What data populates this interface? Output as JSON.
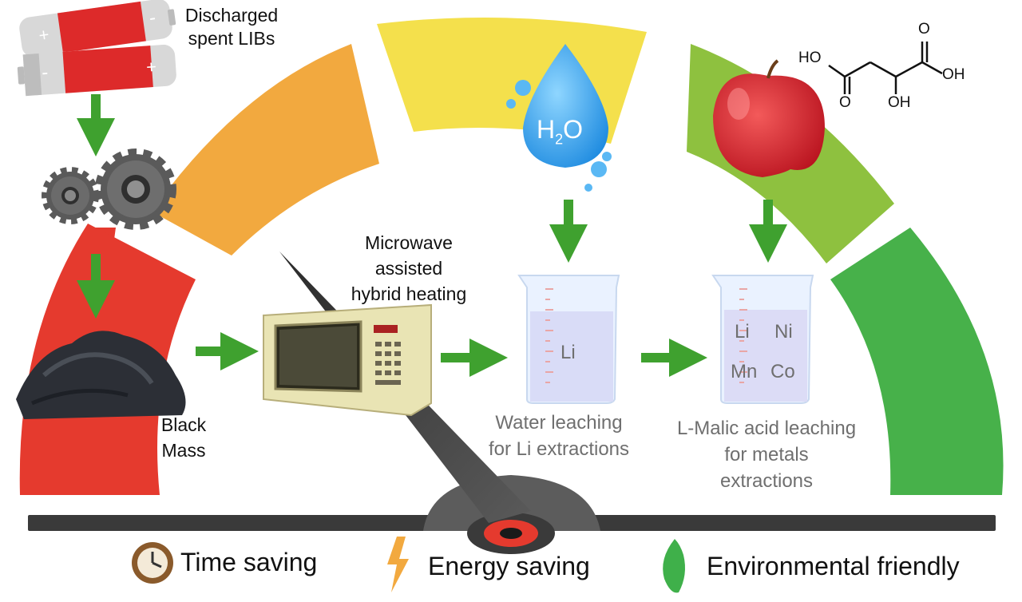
{
  "steps": {
    "batteries": "Discharged\nspent LIBs",
    "black_mass": "Black\nMass",
    "microwave": "Microwave\nassisted\nhybrid heating",
    "water_leaching": "Water leaching\nfor Li extractions",
    "malic_leaching": "L-Malic acid leaching\nfor metals\nextractions"
  },
  "beaker_water": {
    "contents": [
      "Li"
    ]
  },
  "beaker_malic": {
    "contents": [
      "Li",
      "Ni",
      "Mn",
      "Co"
    ]
  },
  "water_drop": {
    "formula_main": "H",
    "formula_sub": "2",
    "formula_end": "O"
  },
  "molecule": {
    "labels": [
      "HO",
      "O",
      "OH",
      "O",
      "OH"
    ]
  },
  "gauge_colors": [
    "#e53a2e",
    "#f2a93f",
    "#f4e04c",
    "#8ec13f",
    "#47b14a"
  ],
  "legend": [
    {
      "icon": "clock-icon",
      "label": "Time saving"
    },
    {
      "icon": "lightning-icon",
      "label": "Energy saving"
    },
    {
      "icon": "leaf-icon",
      "label": "Environmental friendly"
    }
  ]
}
